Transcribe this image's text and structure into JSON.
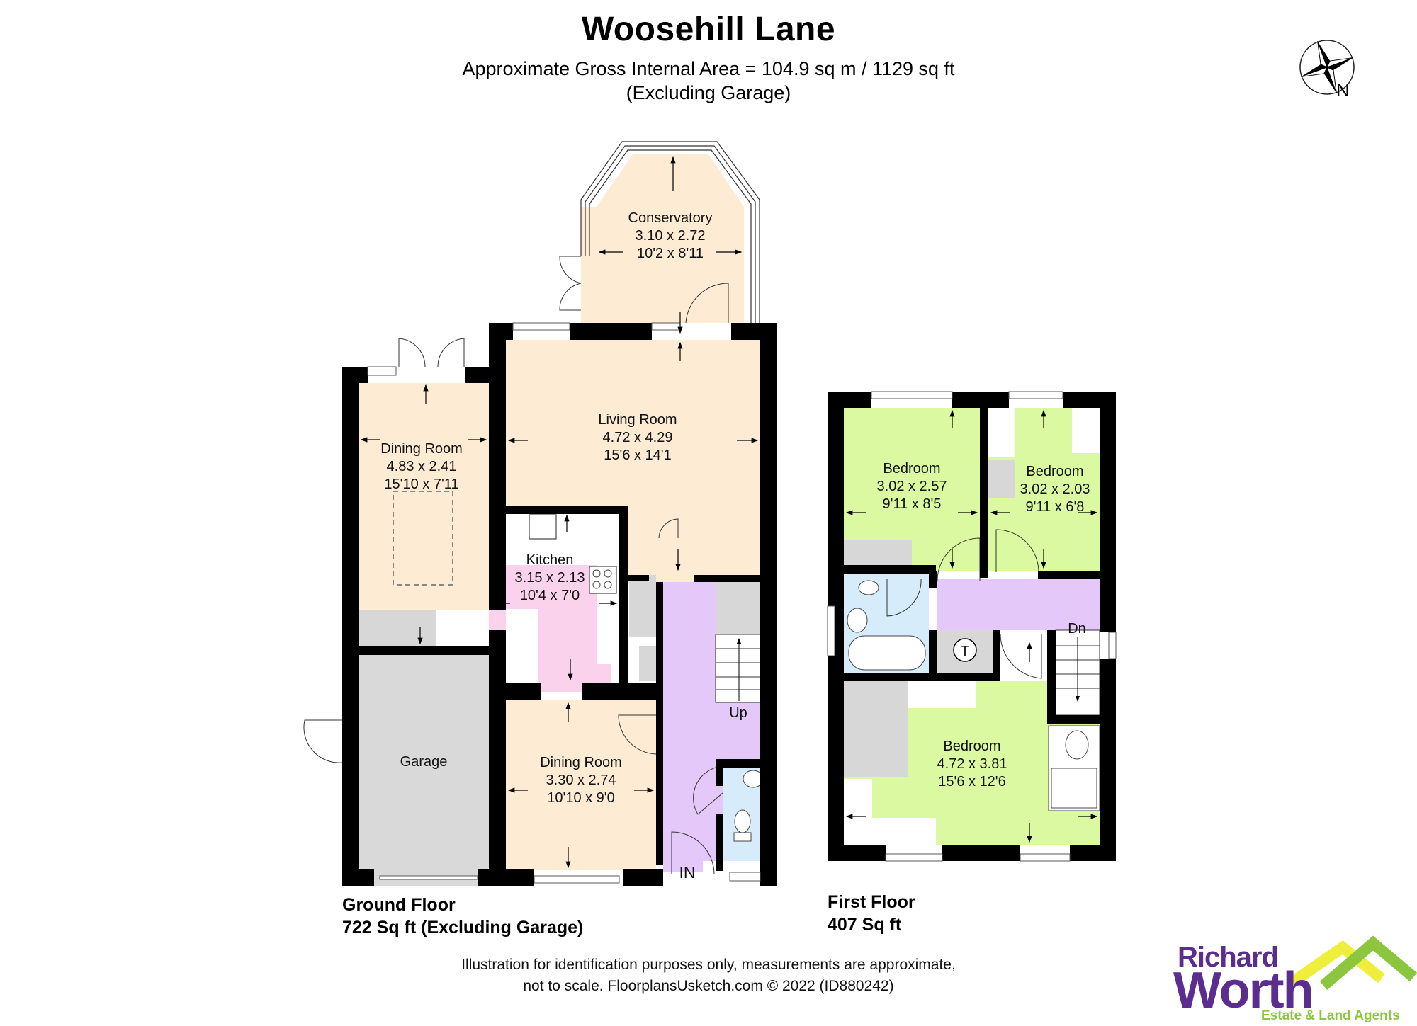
{
  "header": {
    "title": "Woosehill Lane",
    "area_line": "Approximate Gross Internal Area = 104.9 sq m / 1129 sq ft",
    "area_note": "(Excluding Garage)"
  },
  "compass": {
    "icon": "compass-rose-icon",
    "label": "N"
  },
  "colors": {
    "wall": "#000000",
    "living": "#fdebd3",
    "kitchen": "#fad2ec",
    "hall": "#e4c8fa",
    "bath": "#d6ecfb",
    "bedroom": "#daf9a0",
    "storage": "#d7d7d7",
    "garage": "#d9d9d9"
  },
  "ground_floor": {
    "label": "Ground Floor",
    "area": "722 Sq ft (Excluding Garage)",
    "rooms": {
      "conservatory": {
        "name": "Conservatory",
        "metric": "3.10 x 2.72",
        "imperial": "10'2 x 8'11"
      },
      "living_room": {
        "name": "Living Room",
        "metric": "4.72 x 4.29",
        "imperial": "15'6 x 14'1"
      },
      "dining_room_1": {
        "name": "Dining Room",
        "metric": "4.83 x 2.41",
        "imperial": "15'10 x 7'11"
      },
      "kitchen": {
        "name": "Kitchen",
        "metric": "3.15 x 2.13",
        "imperial": "10'4 x 7'0"
      },
      "garage": {
        "name": "Garage"
      },
      "dining_room_2": {
        "name": "Dining Room",
        "metric": "3.30 x 2.74",
        "imperial": "10'10 x 9'0"
      }
    },
    "stairs_label": "Up",
    "entrance_label": "IN"
  },
  "first_floor": {
    "label": "First Floor",
    "area": "407 Sq ft",
    "rooms": {
      "bedroom_1": {
        "name": "Bedroom",
        "metric": "3.02 x 2.57",
        "imperial": "9'11 x 8'5"
      },
      "bedroom_2": {
        "name": "Bedroom",
        "metric": "3.02 x 2.03",
        "imperial": "9'11 x 6'8"
      },
      "bedroom_3": {
        "name": "Bedroom",
        "metric": "4.72 x 3.81",
        "imperial": "15'6 x 12'6"
      }
    },
    "stairs_label": "Dn",
    "tank_label": "T"
  },
  "footer": {
    "line1": "Illustration for identification purposes only, measurements are approximate,",
    "line2": "not to scale. FloorplansUsketch.com © 2022 (ID880242)"
  },
  "logo": {
    "line1": "Richard",
    "line2": "Worth",
    "tagline": "Estate & Land Agents"
  }
}
